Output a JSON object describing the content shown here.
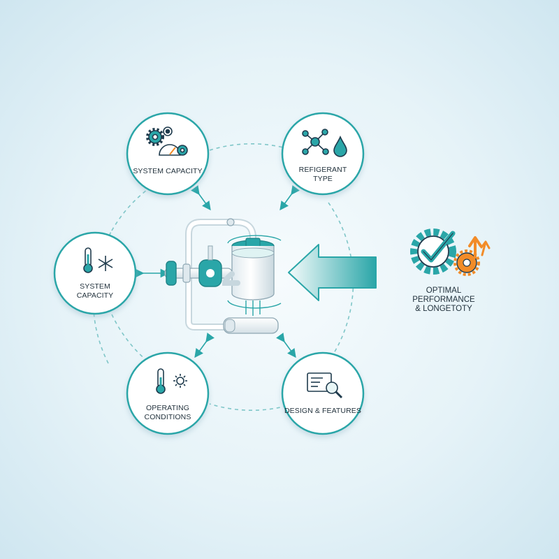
{
  "nodes": {
    "system_capacity_top": {
      "lines": [
        "SYSTEM CAPACITY"
      ]
    },
    "refrigerant_type": {
      "lines": [
        "REFIGERANT",
        "TYPE"
      ]
    },
    "system_capacity_left": {
      "lines": [
        "SYSTEM",
        "CAPACITY"
      ]
    },
    "operating_conditions": {
      "lines": [
        "OPERATING",
        "CONDITIONS"
      ]
    },
    "design_features": {
      "lines": [
        "DESIGN & FEATURES"
      ]
    }
  },
  "outcome": {
    "lines": [
      "OPTIMAL",
      "PERFORMANCE",
      "& LONGETOTY"
    ]
  },
  "colors": {
    "teal": "#2aa6a8",
    "teal_dark": "#1f8487",
    "navy": "#1f3b4d",
    "orange": "#f28c28",
    "circle_fill": "#ffffff",
    "dashed": "#7fc6c8"
  }
}
